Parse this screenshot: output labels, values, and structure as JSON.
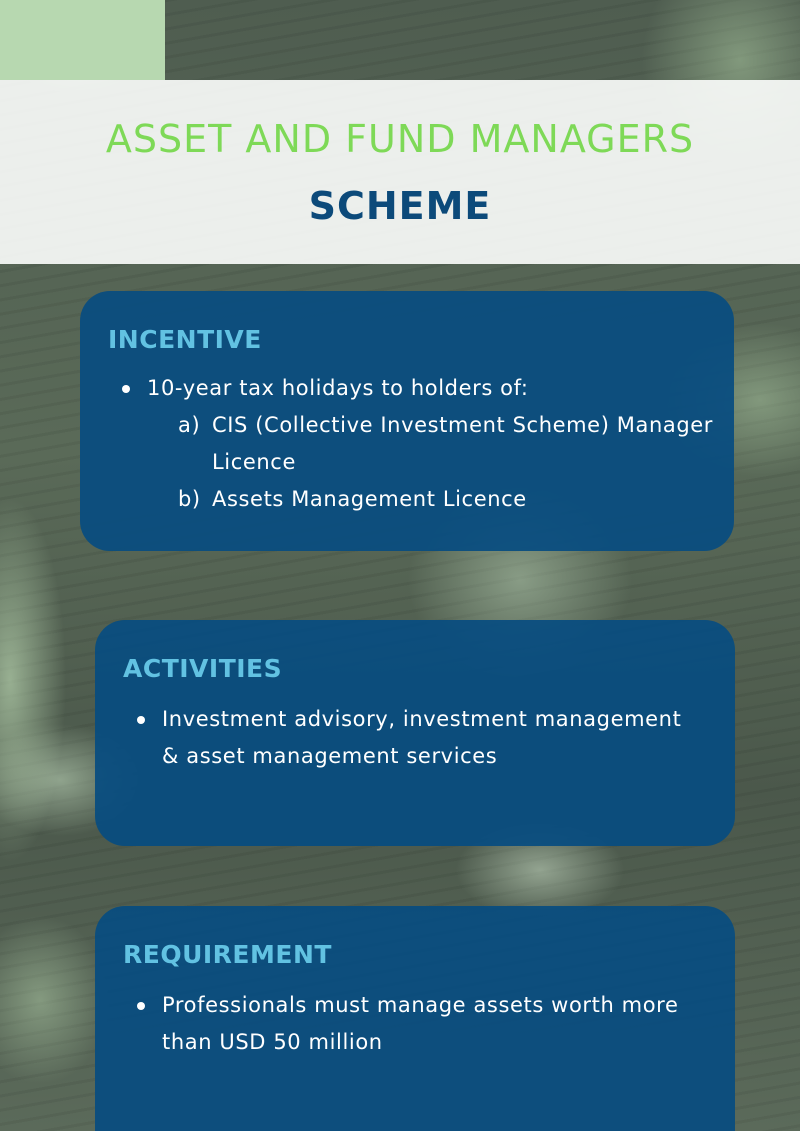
{
  "header": {
    "title_line1": "ASSET AND FUND MANAGERS",
    "title_line2": "SCHEME"
  },
  "colors": {
    "title_green": "#7ed957",
    "title_blue": "#0c4a7a",
    "card_background": "#084c80",
    "card_heading": "#62c2e2",
    "card_text": "#ffffff"
  },
  "sections": [
    {
      "heading": "INCENTIVE",
      "bullets": [
        {
          "text": "10-year tax holidays to holders of:",
          "sub_items": [
            {
              "label": "a)",
              "text": "CIS (Collective Investment Scheme) Manager Licence"
            },
            {
              "label": "b)",
              "text": "Assets Management Licence"
            }
          ]
        }
      ]
    },
    {
      "heading": "ACTIVITIES",
      "bullets": [
        {
          "text": "Investment advisory, investment management & asset management services"
        }
      ]
    },
    {
      "heading": "REQUIREMENT",
      "bullets": [
        {
          "text": "Professionals must manage assets worth more than USD 50 million"
        }
      ]
    }
  ]
}
